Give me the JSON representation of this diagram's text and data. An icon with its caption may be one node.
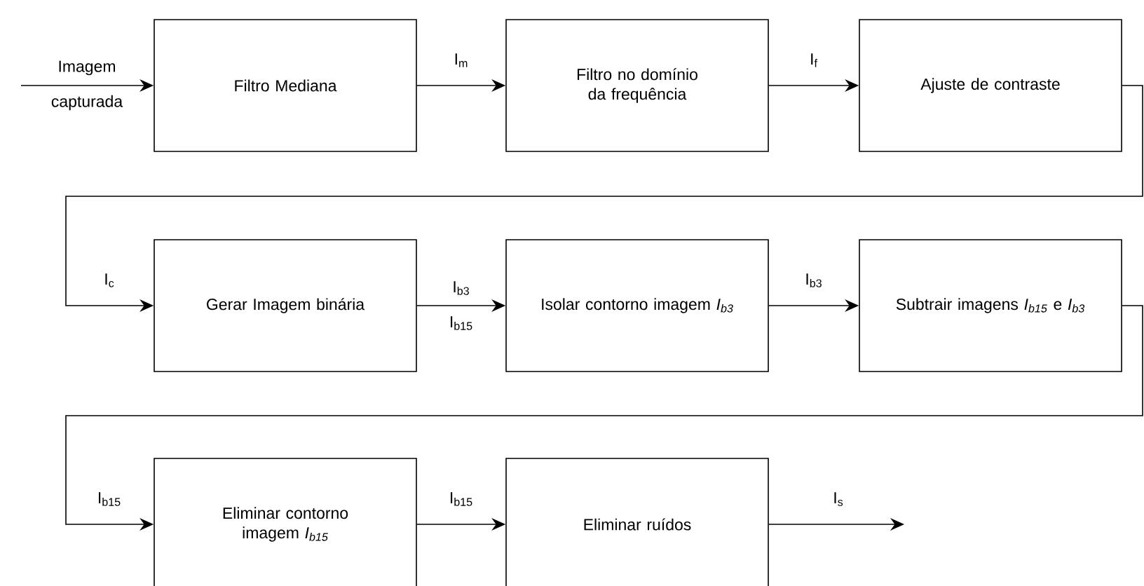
{
  "diagram": {
    "nodes": [
      {
        "text": [
          "Filtro Mediana"
        ]
      },
      {
        "text": [
          "Filtro no domínio da frequência"
        ]
      },
      {
        "text": [
          "Ajuste de contraste"
        ]
      },
      {
        "text": [
          "Gerar Imagem binária"
        ]
      },
      {
        "text": [
          "Isolar contorno imagem *I$_{b3}$*"
        ]
      },
      {
        "text": [
          "Subtrair imagens *I$_{b15}$* e *I$_{b3}$*"
        ]
      },
      {
        "text": [
          "Eliminar contorno imagem *I$_{b15}$*"
        ]
      },
      {
        "text": [
          "Eliminar ruídos"
        ]
      }
    ],
    "edges": [
      {
        "from": null,
        "to": 0,
        "arrow": "to",
        "label": "Imagem capturada"
      },
      {
        "from": 0,
        "to": 1,
        "arrow": "to",
        "label": "I$_{m}$"
      },
      {
        "from": 1,
        "to": 2,
        "arrow": "to",
        "label": "I$_{f}$"
      },
      {
        "from": 2,
        "to": 3,
        "arrow": "to",
        "label": "I$_{c}$"
      },
      {
        "from": 3,
        "to": 4,
        "arrow": "to",
        "label": "I$_{b3}$ I$_{b15}$"
      },
      {
        "from": 4,
        "to": 5,
        "arrow": "to",
        "label": "I$_{b3}$"
      },
      {
        "from": 5,
        "to": 6,
        "arrow": "to",
        "label": "I$_{b15}$"
      },
      {
        "from": 6,
        "to": 7,
        "arrow": "to",
        "label": "I$_{b15}$"
      },
      {
        "from": 7,
        "to": null,
        "arrow": "to",
        "label": "I$_{s}$"
      }
    ]
  }
}
